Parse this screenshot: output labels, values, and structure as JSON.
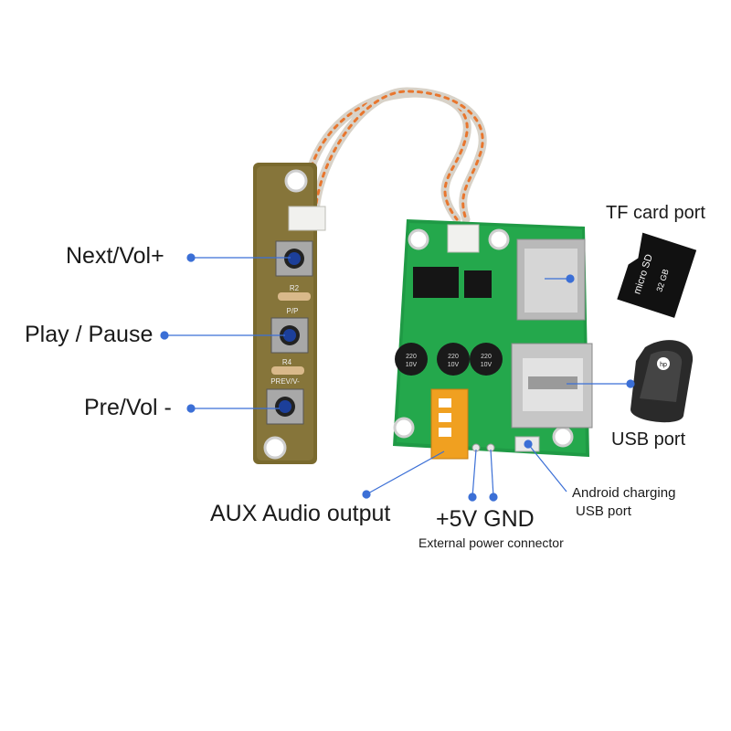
{
  "labels": {
    "next_vol": "Next/Vol+",
    "play_pause": "Play / Pause",
    "pre_vol": "Pre/Vol -",
    "tf_card_port": "TF card port",
    "usb_port": "USB port",
    "aux_output": "AUX Audio output",
    "power_pins": "+5V GND",
    "ext_power": "External power connector",
    "android_line1": "Android charging",
    "android_line2": "USB port"
  },
  "board_markings": {
    "r2": "R2",
    "pp": "P/P",
    "r4": "R4",
    "prev": "PREV/V-",
    "cap": "220",
    "cap_v": "10V",
    "sd_brand": "micro SD",
    "sd_size": "32 GB",
    "hp": "hp"
  },
  "colors": {
    "accent_dot": "#3b6fd6",
    "pcb_green": "#1f9a45",
    "pcb_brown": "#7a6a2e",
    "aux_jack": "#f0a020"
  }
}
